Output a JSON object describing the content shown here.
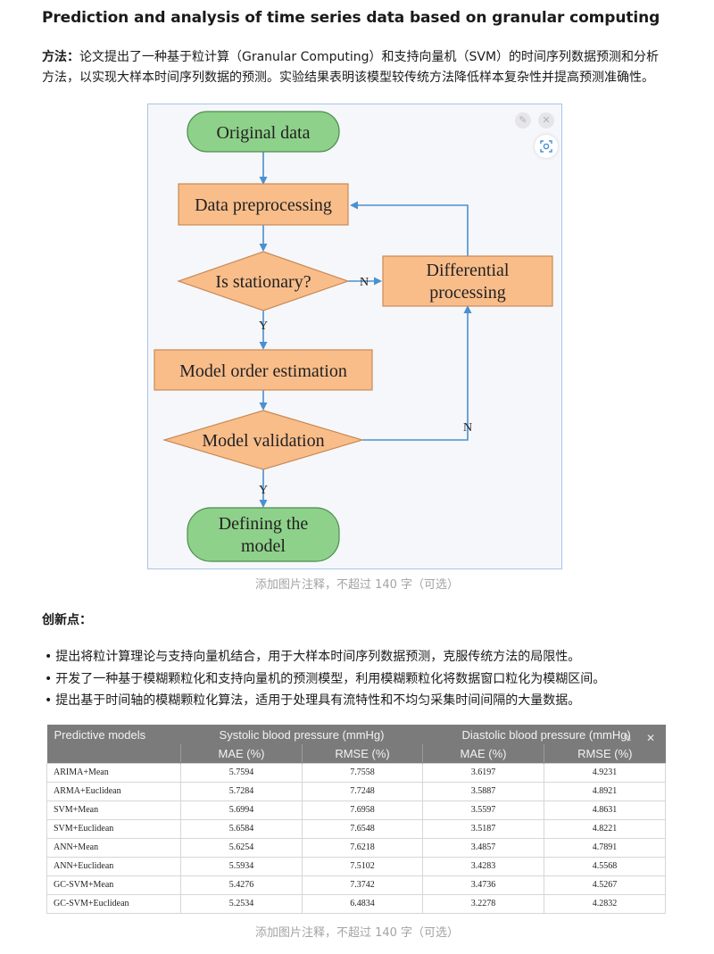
{
  "title": "Prediction and analysis of time series data based on granular computing",
  "method": {
    "label": "方法：",
    "text": "论文提出了一种基于粒计算（Granular Computing）和支持向量机（SVM）的时间序列数据预测和分析方法，以实现大样本时间序列数据的预测。实验结果表明该模型较传统方法降低样本复杂性并提高预测准确性。"
  },
  "flowchart": {
    "nodes": {
      "original": "Original data",
      "preprocessing": "Data preprocessing",
      "stationary": "Is stationary?",
      "differential_1": "Differential",
      "differential_2": "processing",
      "order": "Model order estimation",
      "validation": "Model validation",
      "defining_1": "Defining the",
      "defining_2": "model"
    },
    "labels": {
      "yes": "Y",
      "no": "N"
    },
    "colors": {
      "terminal": "#8ed18a",
      "process": "#f9bd8a",
      "arrow": "#4a90d0"
    }
  },
  "caption_placeholder": "添加图片注释，不超过 140 字（可选）",
  "innovation": {
    "label": "创新点：",
    "items": [
      "提出将粒计算理论与支持向量机结合，用于大样本时间序列数据预测，克服传统方法的局限性。",
      "开发了一种基于模糊颗粒化和支持向量机的预测模型，利用模糊颗粒化将数据窗口粒化为模糊区间。",
      "提出基于时间轴的模糊颗粒化算法，适用于处理具有流特性和不均匀采集时间间隔的大量数据。"
    ]
  },
  "table": {
    "header": {
      "models": "Predictive models",
      "systolic": "Systolic blood pressure (mmHg)",
      "diastolic": "Diastolic blood pressure (mmHg)"
    },
    "subheader": [
      "MAE (%)",
      "RMSE (%)",
      "MAE (%)",
      "RMSE (%)"
    ],
    "rows": [
      [
        "ARIMA+Mean",
        "5.7594",
        "7.7558",
        "3.6197",
        "4.9231"
      ],
      [
        "ARMA+Euclidean",
        "5.7284",
        "7.7248",
        "3.5887",
        "4.8921"
      ],
      [
        "SVM+Mean",
        "5.6994",
        "7.6958",
        "3.5597",
        "4.8631"
      ],
      [
        "SVM+Euclidean",
        "5.6584",
        "7.6548",
        "3.5187",
        "4.8221"
      ],
      [
        "ANN+Mean",
        "5.6254",
        "7.6218",
        "3.4857",
        "4.7891"
      ],
      [
        "ANN+Euclidean",
        "5.5934",
        "7.5102",
        "3.4283",
        "4.5568"
      ],
      [
        "GC-SVM+Mean",
        "5.4276",
        "7.3742",
        "3.4736",
        "4.5267"
      ],
      [
        "GC-SVM+Euclidean",
        "5.2534",
        "6.4834",
        "3.2278",
        "4.2832"
      ]
    ]
  }
}
